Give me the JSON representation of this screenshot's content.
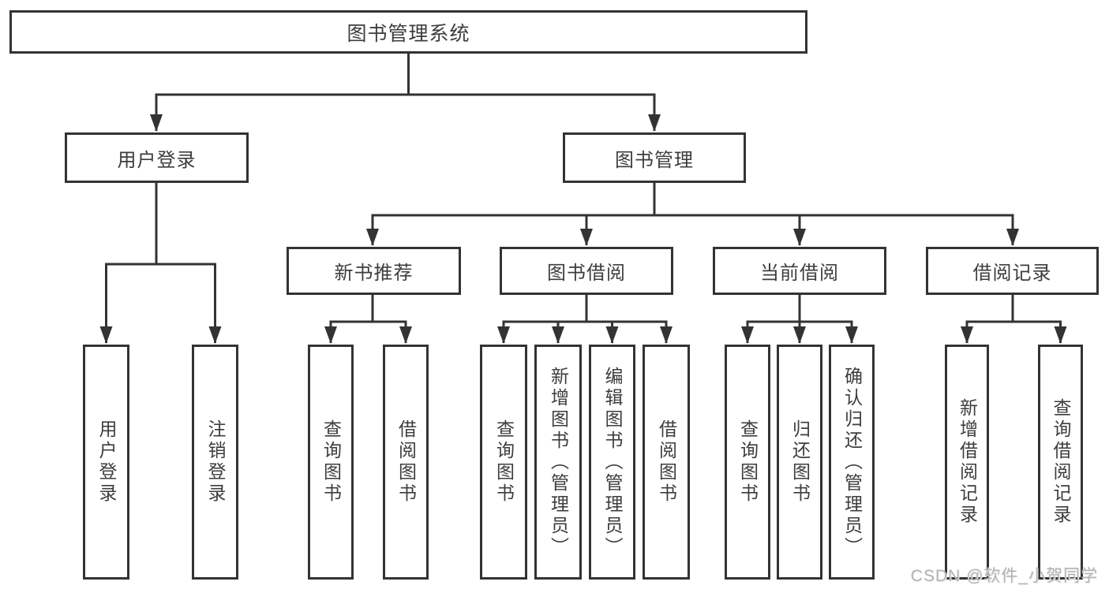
{
  "diagram_title": "图书管理系统",
  "watermark": "CSDN @软件_小贺同学",
  "colors": {
    "line": "#333333",
    "box_border": "#333333",
    "text": "#3d3d3d",
    "background": "#ffffff",
    "watermark": "#b3b3b3"
  },
  "nodes": {
    "root": "图书管理系统",
    "login": "用户登录",
    "mgmt": "图书管理",
    "login_user": "用户登录",
    "login_logout": "注销登录",
    "rec": "新书推荐",
    "borrow": "图书借阅",
    "current": "当前借阅",
    "records": "借阅记录",
    "rec_query": "查询图书",
    "rec_borrow": "借阅图书",
    "borrow_query": "查询图书",
    "borrow_add": "新增图书（管理员）",
    "borrow_edit": "编辑图书（管理员）",
    "borrow_borrow": "借阅图书",
    "current_query": "查询图书",
    "current_return": "归还图书",
    "current_confirm": "确认归还（管理员）",
    "records_add": "新增借阅记录",
    "records_query": "查询借阅记录"
  },
  "edges": [
    [
      "root",
      "login"
    ],
    [
      "root",
      "mgmt"
    ],
    [
      "login",
      "login_user"
    ],
    [
      "login",
      "login_logout"
    ],
    [
      "mgmt",
      "rec"
    ],
    [
      "mgmt",
      "borrow"
    ],
    [
      "mgmt",
      "current"
    ],
    [
      "mgmt",
      "records"
    ],
    [
      "rec",
      "rec_query"
    ],
    [
      "rec",
      "rec_borrow"
    ],
    [
      "borrow",
      "borrow_query"
    ],
    [
      "borrow",
      "borrow_add"
    ],
    [
      "borrow",
      "borrow_edit"
    ],
    [
      "borrow",
      "borrow_borrow"
    ],
    [
      "current",
      "current_query"
    ],
    [
      "current",
      "current_return"
    ],
    [
      "current",
      "current_confirm"
    ],
    [
      "records",
      "records_add"
    ],
    [
      "records",
      "records_query"
    ]
  ]
}
